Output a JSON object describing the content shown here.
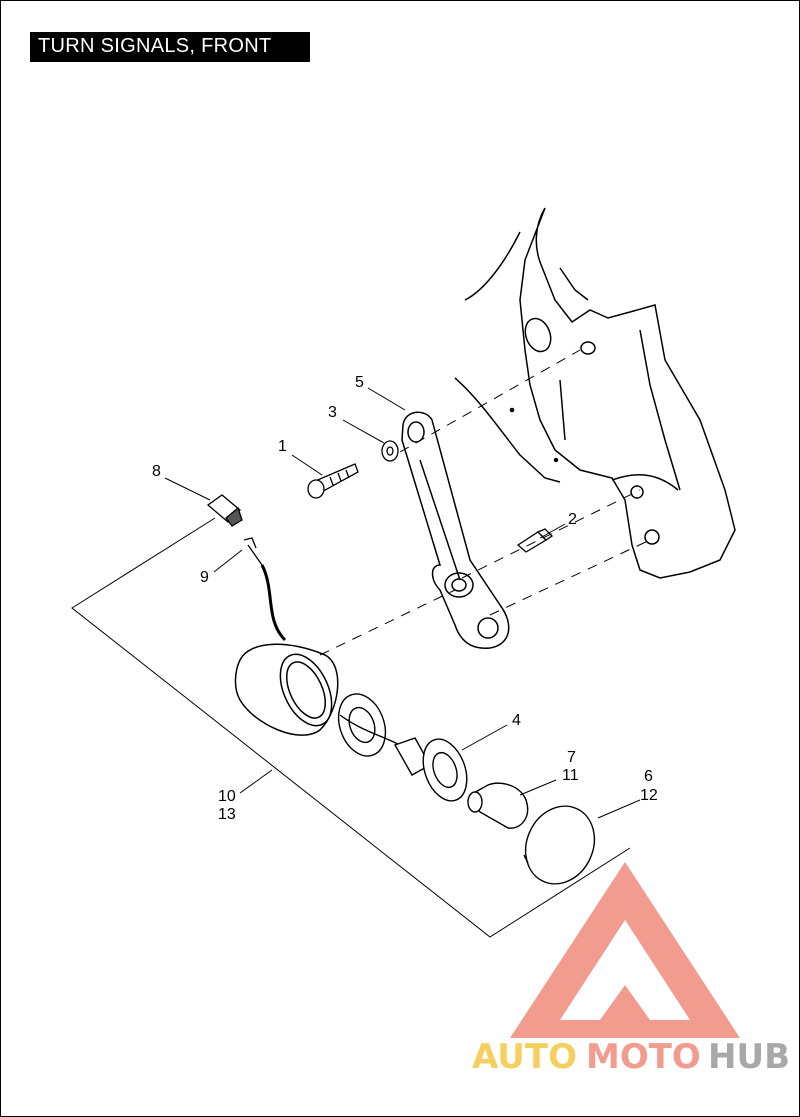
{
  "title": "TURN SIGNALS, FRONT",
  "callouts": {
    "c1": "1",
    "c2": "2",
    "c3": "3",
    "c4": "4",
    "c5": "5",
    "c6": "6",
    "c7": "7",
    "c8": "8",
    "c9": "9",
    "c10": "10",
    "c11": "11",
    "c12": "12",
    "c13": "13"
  },
  "watermark": {
    "part1": "AUTO",
    "part2": "MOTO",
    "part3": "HUB",
    "colors": {
      "auto": "#f5c842",
      "moto": "#f08a7c",
      "hub": "#9a9a9a",
      "triangle": "#f08a7c"
    }
  }
}
